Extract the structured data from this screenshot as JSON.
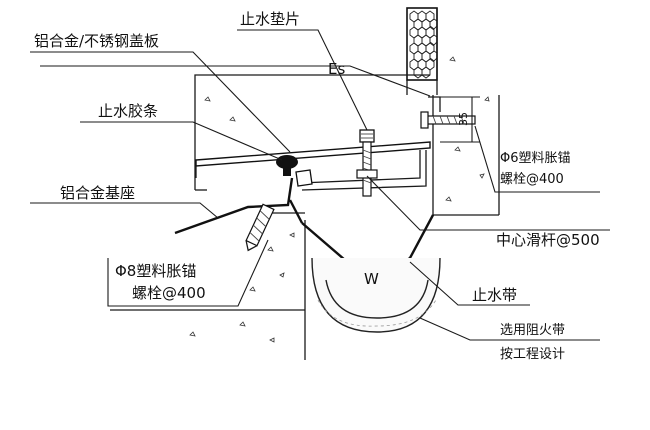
{
  "labels": {
    "cover_plate": "铝合金/不锈钢盖板",
    "gasket": "止水垫片",
    "es": "Es",
    "sealing_strip": "止水胶条",
    "base": "铝合金基座",
    "anchor_phi8_line1": "Φ8塑料胀锚",
    "anchor_phi8_line2": "螺栓@400",
    "anchor_phi6_line1": "Φ6塑料胀锚",
    "anchor_phi6_line2": "螺栓@400",
    "center_rod": "中心滑杆@500",
    "w": "W",
    "waterstop": "止水带",
    "fire_strip_line1": "选用阻火带",
    "fire_strip_line2": "按工程设计",
    "dim_35": "35"
  }
}
